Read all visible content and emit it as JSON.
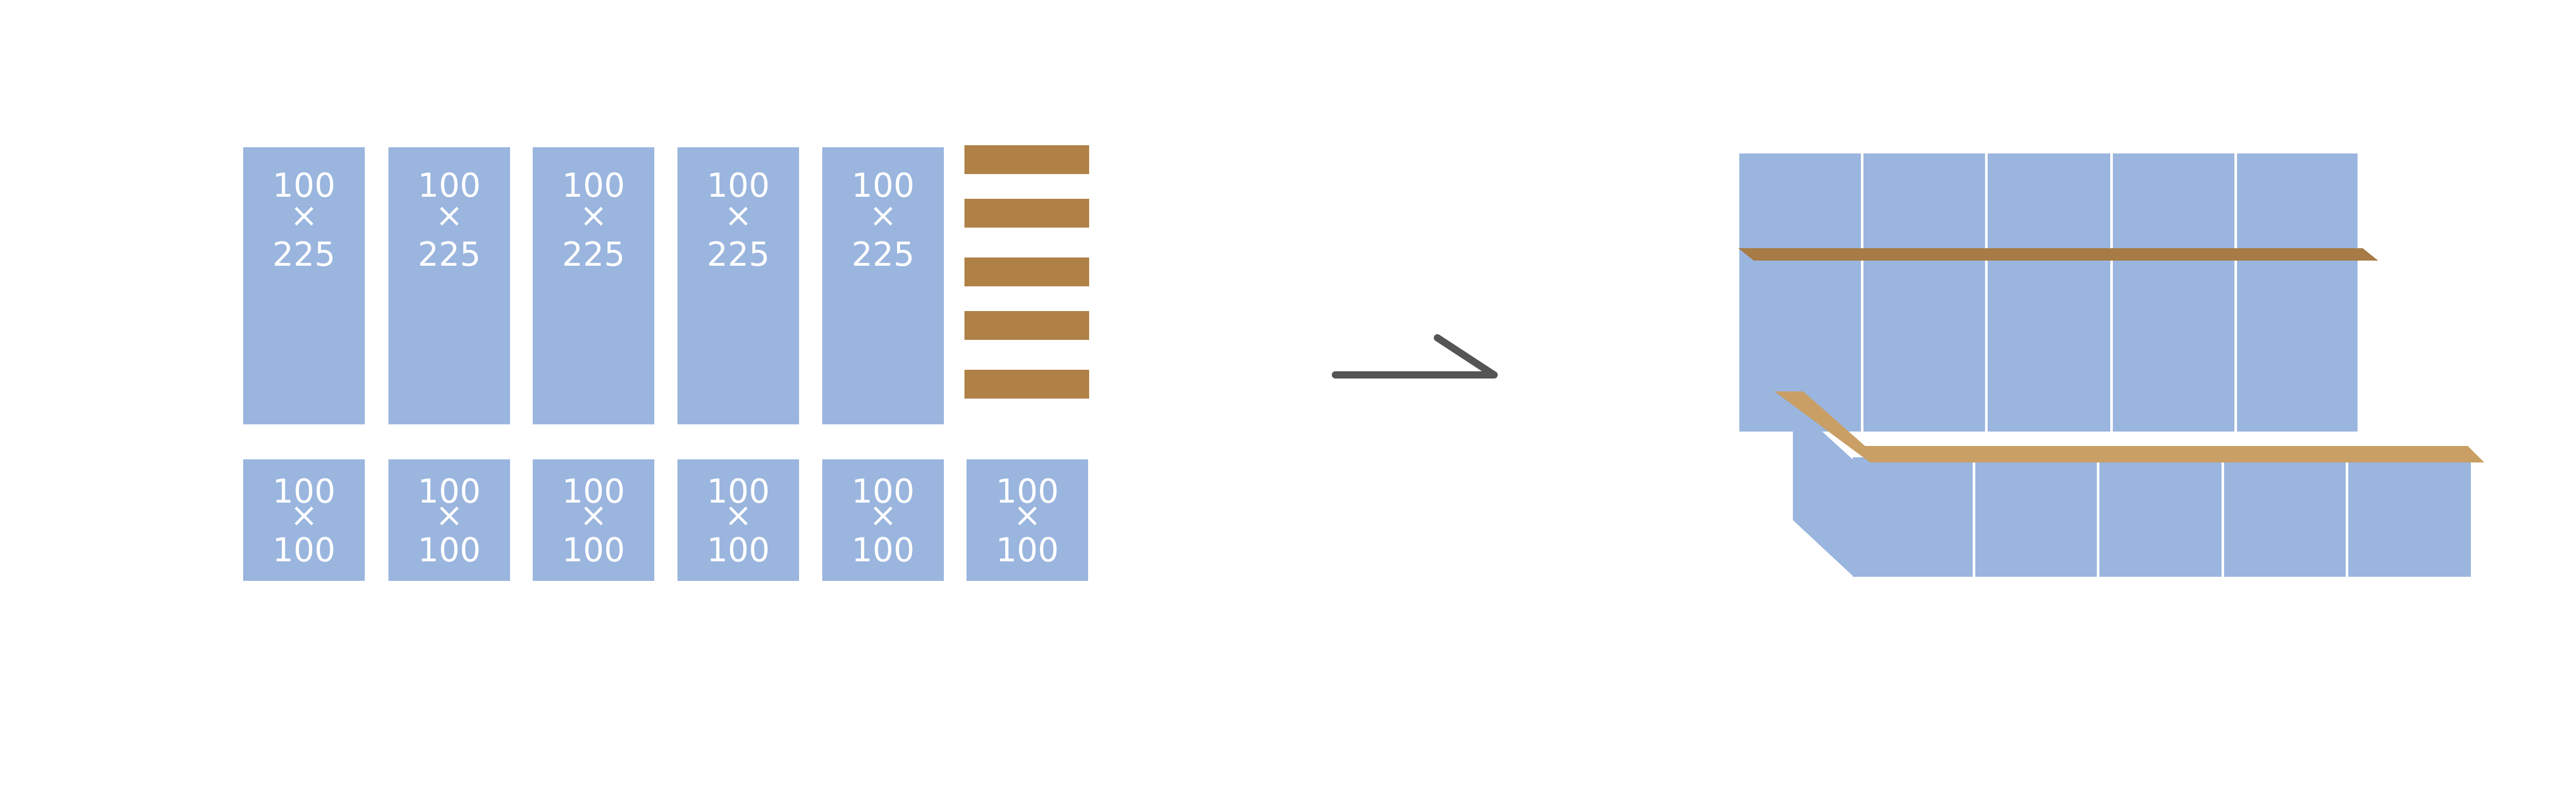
{
  "colors": {
    "background": "#ffffff",
    "panel": "#9ab5de",
    "board": "#b08146",
    "board_light": "#c99f66",
    "board_dark": "#a67b45",
    "arrow": "#555555",
    "label": "#ffffff"
  },
  "parts": {
    "tall_panels": [
      {
        "width": "100",
        "sep": "×",
        "height": "225"
      },
      {
        "width": "100",
        "sep": "×",
        "height": "225"
      },
      {
        "width": "100",
        "sep": "×",
        "height": "225"
      },
      {
        "width": "100",
        "sep": "×",
        "height": "225"
      },
      {
        "width": "100",
        "sep": "×",
        "height": "225"
      }
    ],
    "square_panels": [
      {
        "width": "100",
        "sep": "×",
        "height": "100"
      },
      {
        "width": "100",
        "sep": "×",
        "height": "100"
      },
      {
        "width": "100",
        "sep": "×",
        "height": "100"
      },
      {
        "width": "100",
        "sep": "×",
        "height": "100"
      },
      {
        "width": "100",
        "sep": "×",
        "height": "100"
      },
      {
        "width": "100",
        "sep": "×",
        "height": "100"
      }
    ],
    "boards_count": 5
  },
  "arrow": {
    "icon": "arrow-right-icon"
  }
}
